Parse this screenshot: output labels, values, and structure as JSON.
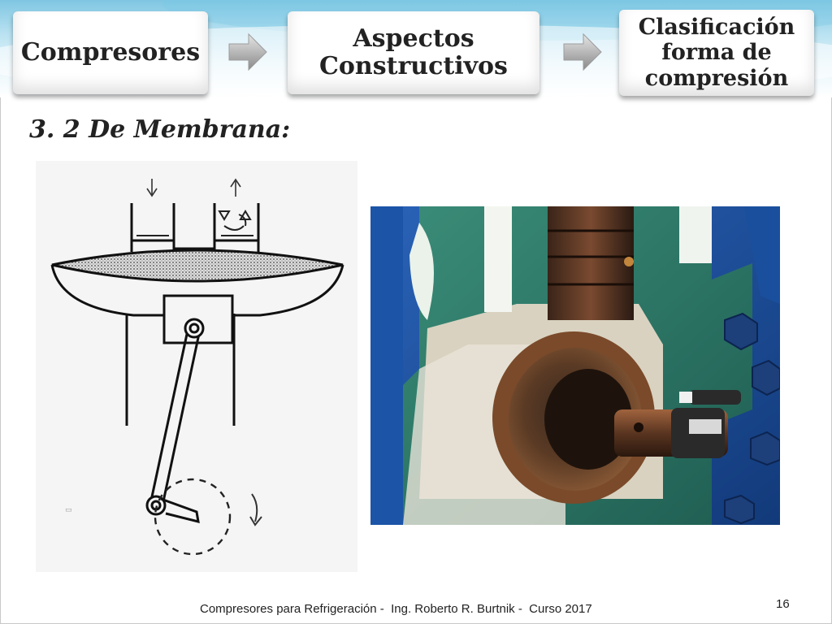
{
  "breadcrumb": {
    "steps": [
      {
        "label": "Compresores"
      },
      {
        "label": "Aspectos Constructivos"
      },
      {
        "label": "Clasificación forma de compresión"
      }
    ]
  },
  "section_heading": "3. 2 De Membrana:",
  "footer": {
    "text": "Compresores para Refrigeración -  Ing. Roberto R. Burtnik -  Curso 2017",
    "page_number": "16"
  },
  "colors": {
    "band_blue": "#7fc6e2",
    "machine_blue": "#1a4f9e",
    "machine_green": "#2e7d6b",
    "bronze": "#7a4a2a"
  }
}
